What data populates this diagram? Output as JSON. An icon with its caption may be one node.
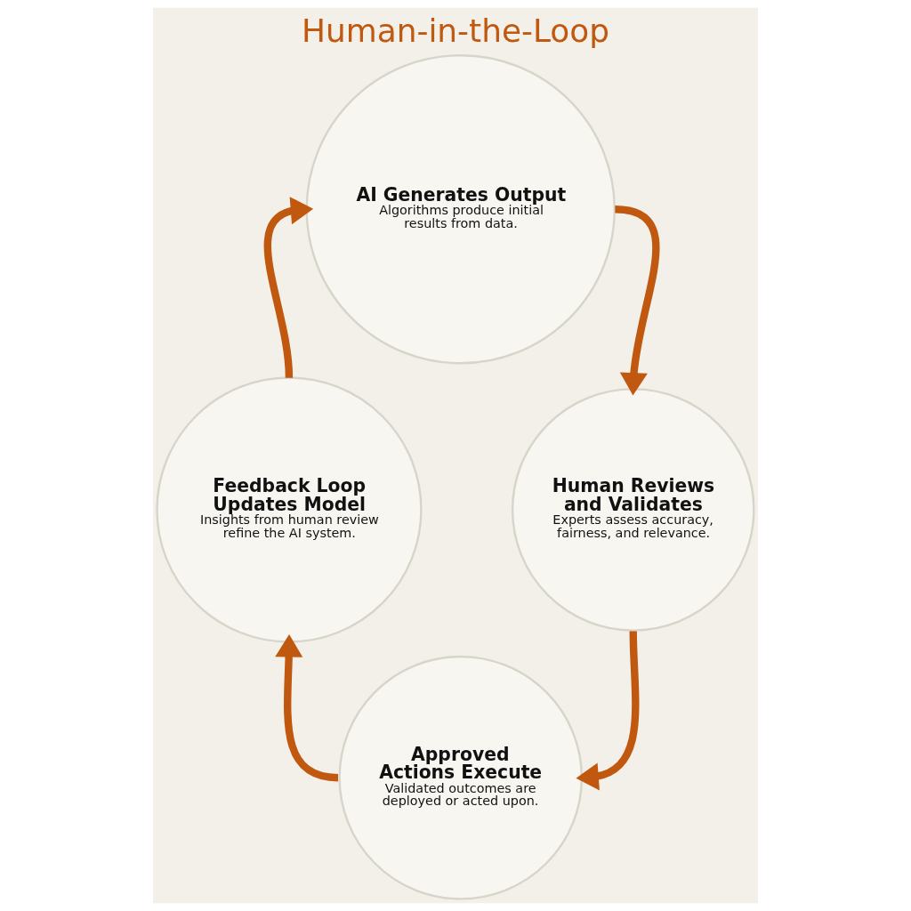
{
  "diagram": {
    "title": "Human-in-the-Loop",
    "nodes": [
      {
        "text": [
          "AI Generates Output",
          "Algorithms produce initial results from data."
        ]
      },
      {
        "text": [
          "Feedback Loop Updates Model",
          "Insights from human review refine the AI system."
        ]
      },
      {
        "text": [
          "Human Reviews and Validates",
          "Experts assess accuracy, fairness, and relevance."
        ]
      },
      {
        "text": [
          "Approved Actions Execute",
          "Validated outcomes are deployed or acted upon."
        ]
      }
    ],
    "edges": [
      {
        "from": 0,
        "to": 2,
        "arrow": "to"
      },
      {
        "from": 2,
        "to": 3,
        "arrow": "to"
      },
      {
        "from": 3,
        "to": 1,
        "arrow": "to"
      },
      {
        "from": 1,
        "to": 0,
        "arrow": "to"
      }
    ]
  }
}
